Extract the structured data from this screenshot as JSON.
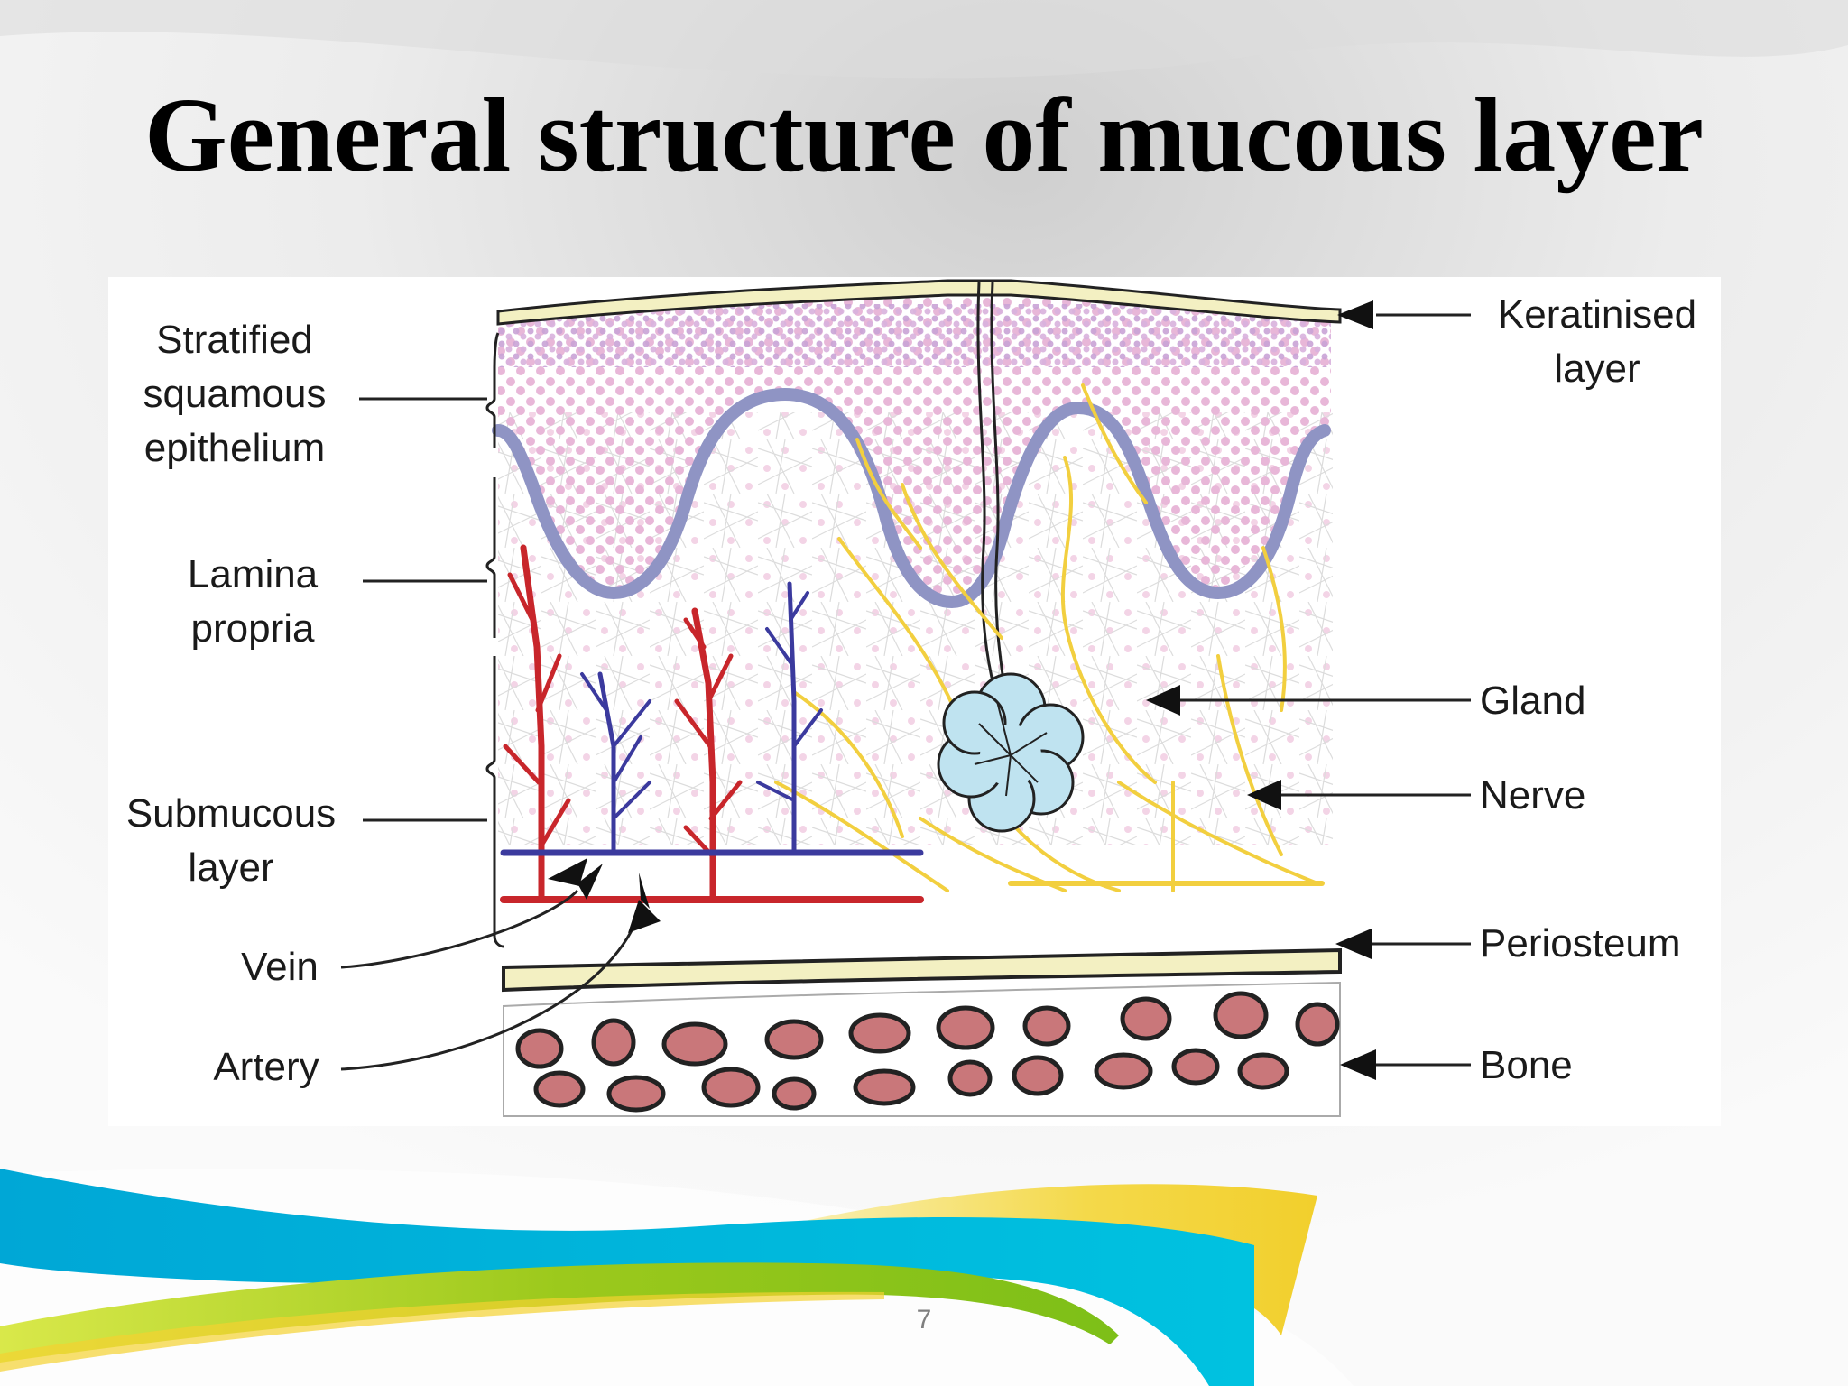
{
  "slide": {
    "title": "General structure of mucous layer",
    "page_number": "7"
  },
  "diagram": {
    "labels": {
      "stratified_squamous_epithelium": [
        "Stratified",
        "squamous",
        "epithelium"
      ],
      "lamina_propria": [
        "Lamina",
        "propria"
      ],
      "submucous_layer": [
        "Submucous",
        "layer"
      ],
      "vein": "Vein",
      "artery": "Artery",
      "keratinised_layer": [
        "Keratinised",
        "layer"
      ],
      "gland": "Gland",
      "nerve": "Nerve",
      "periosteum": "Periosteum",
      "bone": "Bone"
    }
  },
  "colors": {
    "artery": "#c8262b",
    "vein": "#3b3a9e",
    "nerve": "#f2cf3f",
    "basement_membrane": "#8f94c4",
    "epithelium_cells": "#e8b7d8",
    "keratin": "#f3f0c2",
    "gland": "#bfe3f0",
    "bone": "#c9777a",
    "swoosh_blue": "#00b4d8",
    "swoosh_green": "#9ac91c",
    "swoosh_yellow": "#f3d230"
  }
}
